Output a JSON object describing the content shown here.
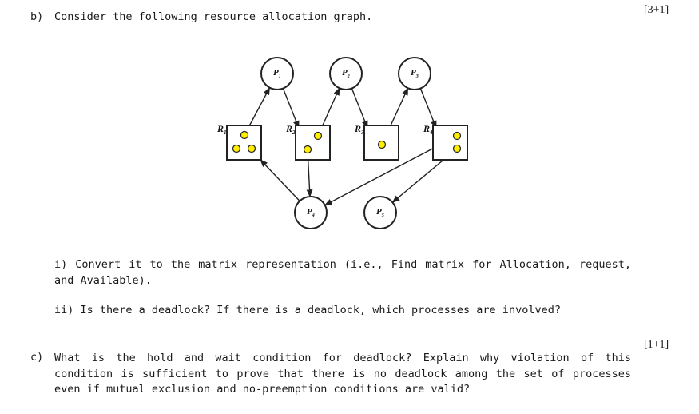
{
  "question_b": {
    "label": "b)",
    "text": "Consider the following resource allocation graph.",
    "marks": "[3+1]"
  },
  "graph": {
    "processes": [
      {
        "id": "P1",
        "sub": "1"
      },
      {
        "id": "P2",
        "sub": "2"
      },
      {
        "id": "P3",
        "sub": "3"
      },
      {
        "id": "P4",
        "sub": "4"
      },
      {
        "id": "P5",
        "sub": "5"
      }
    ],
    "resources": [
      {
        "id": "R1",
        "sub": "1",
        "instances": 3
      },
      {
        "id": "R2",
        "sub": "2",
        "instances": 2
      },
      {
        "id": "R3",
        "sub": "3",
        "instances": 1
      },
      {
        "id": "R4",
        "sub": "4",
        "instances": 2
      }
    ],
    "edges": [
      {
        "from": "R1",
        "to": "P1",
        "kind": "assignment"
      },
      {
        "from": "P1",
        "to": "R2",
        "kind": "request"
      },
      {
        "from": "R2",
        "to": "P2",
        "kind": "assignment"
      },
      {
        "from": "P2",
        "to": "R3",
        "kind": "request"
      },
      {
        "from": "R3",
        "to": "P3",
        "kind": "assignment"
      },
      {
        "from": "P3",
        "to": "R4",
        "kind": "request"
      },
      {
        "from": "P4",
        "to": "R1",
        "kind": "request"
      },
      {
        "from": "R2",
        "to": "P4",
        "kind": "assignment"
      },
      {
        "from": "R4",
        "to": "P4",
        "kind": "assignment"
      },
      {
        "from": "R4",
        "to": "P5",
        "kind": "assignment"
      }
    ],
    "colors": {
      "instance_fill": "#ffee00",
      "stroke": "#222222"
    }
  },
  "sub_i": "i) Convert it to the matrix representation (i.e., Find matrix for Allocation, request, and Available).",
  "sub_ii": "ii) Is there a deadlock? If there is a deadlock, which processes are involved?",
  "question_c": {
    "label": "c)",
    "text": "What is the hold and wait condition for deadlock? Explain why violation of this condition is sufficient to prove that there is no deadlock among the set of processes even if mutual exclusion and no-preemption conditions are valid?",
    "marks": "[1+1]"
  }
}
